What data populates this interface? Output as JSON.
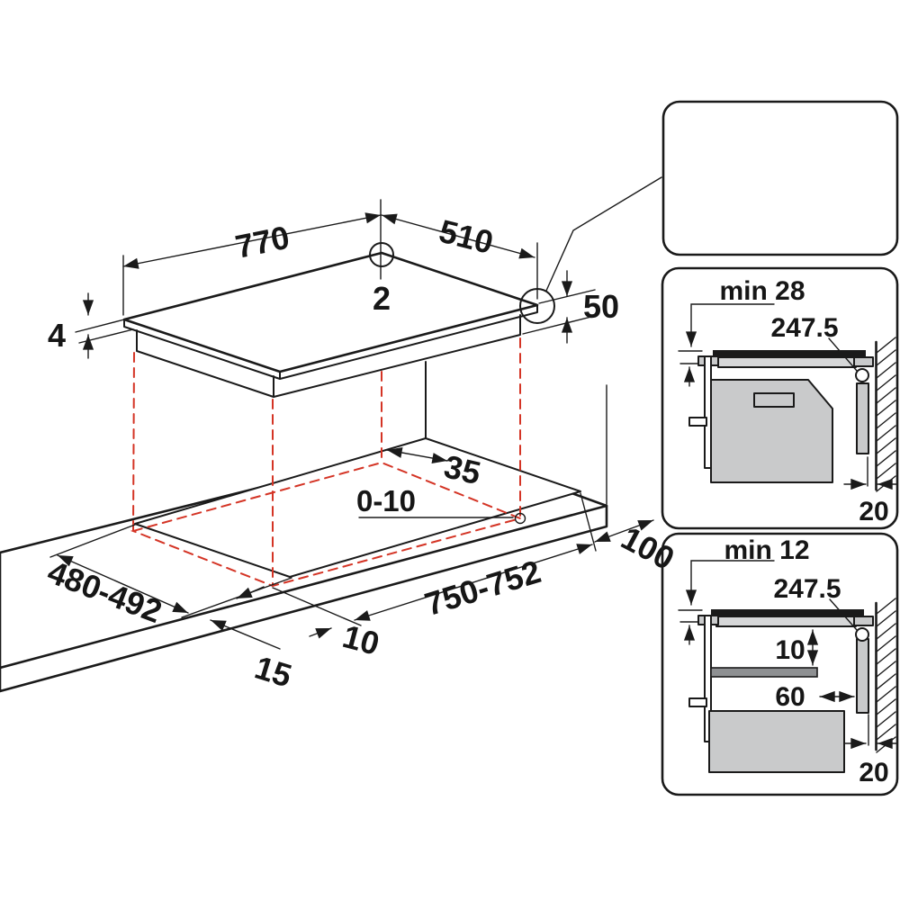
{
  "colors": {
    "ink": "#1a1a1a",
    "projection_red": "#d43425",
    "appliance_gray": "#c9cacb",
    "shelf_gray": "#8e9092",
    "background": "#ffffff"
  },
  "main_view": {
    "hob": {
      "width": "770",
      "depth": "510",
      "rear_gap": "2",
      "glass_thickness": "4",
      "box_height": "50"
    },
    "cutout": {
      "rear_offset": "35",
      "corner_play": "0-10",
      "depth_range": "480-492",
      "length_range": "750-752",
      "side_margin": "100",
      "front_margin": "15",
      "front_play": "10"
    }
  },
  "detail_panels": {
    "oven": {
      "min_clearance": "min 28",
      "centre_distance": "247.5",
      "wall_gap": "20"
    },
    "shelf": {
      "min_clearance": "min 12",
      "centre_distance": "247.5",
      "shelf_gap": "10",
      "shelf_inset": "60",
      "wall_gap": "20"
    }
  }
}
